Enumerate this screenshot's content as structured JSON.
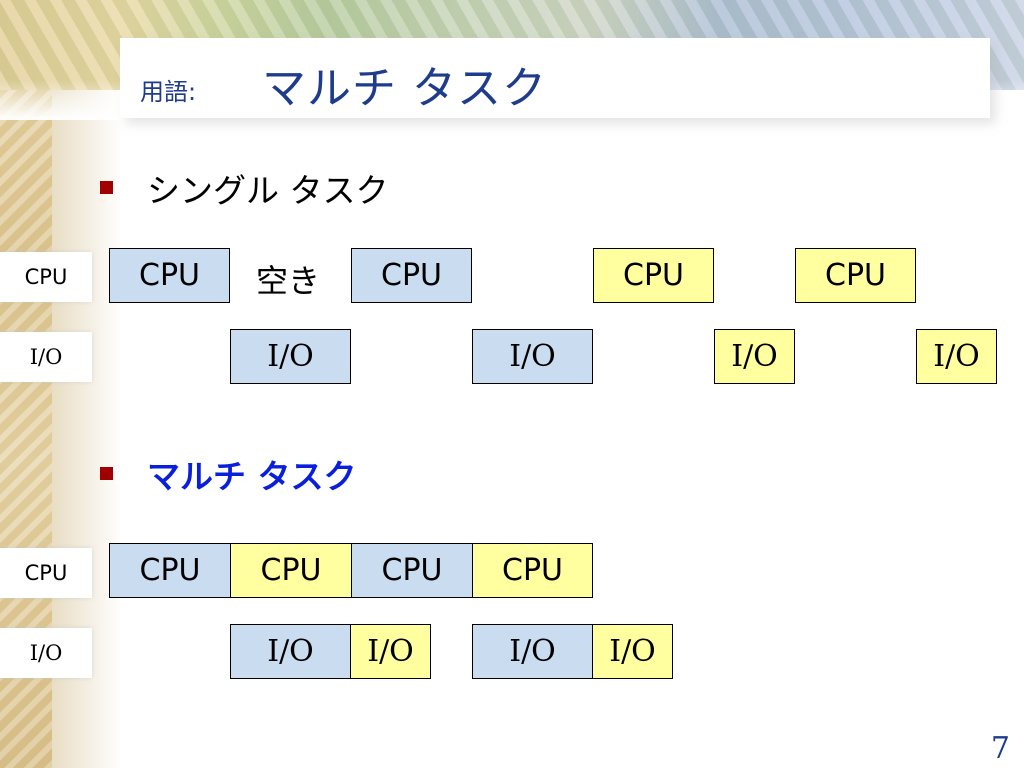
{
  "slide": {
    "title_prefix": "用語:",
    "title": "マルチ タスク",
    "page_number": "7"
  },
  "single_task": {
    "heading": "シングル タスク",
    "cpu_label": "CPU",
    "io_label": "I/O",
    "idle_label": "空き",
    "cpu_blocks": [
      "CPU",
      "CPU",
      "CPU",
      "CPU"
    ],
    "io_blocks": [
      "I/O",
      "I/O",
      "I/O",
      "I/O"
    ]
  },
  "multi_task": {
    "heading": "マルチ タスク",
    "cpu_label": "CPU",
    "io_label": "I/O",
    "cpu_blocks": [
      "CPU",
      "CPU",
      "CPU",
      "CPU"
    ],
    "io_blocks": [
      "I/O",
      "I/O",
      "I/O",
      "I/O"
    ]
  },
  "colors": {
    "task_a": "#cadcf0",
    "task_b": "#ffffa0",
    "title": "#1f3c8c",
    "multi_heading": "#0a1fdc",
    "bullet": "#a00000"
  }
}
